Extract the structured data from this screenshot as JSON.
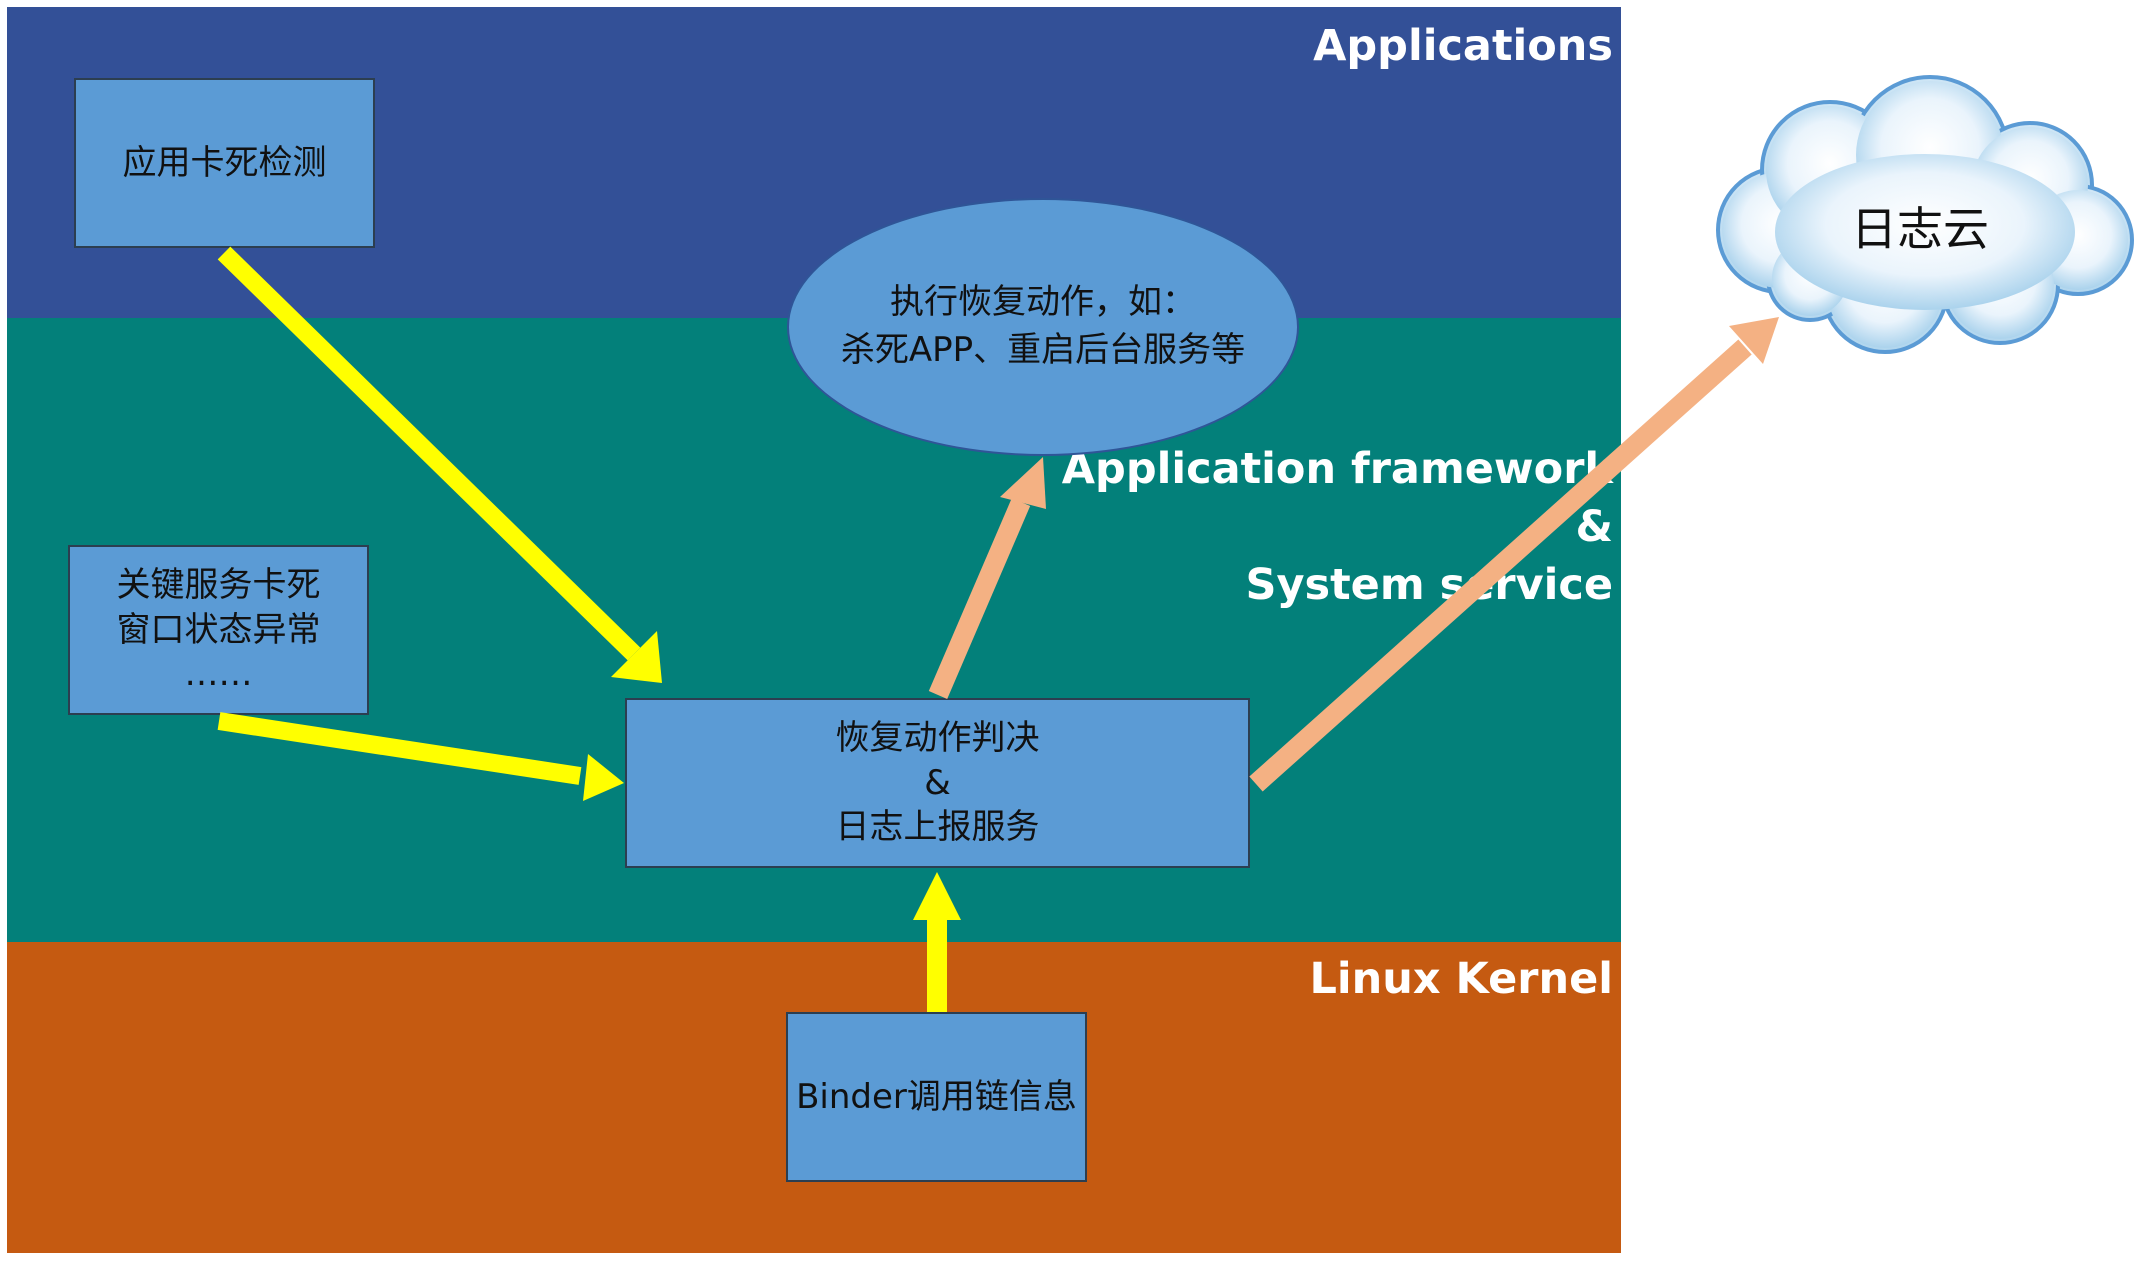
{
  "layers": {
    "applications": {
      "title": "Applications",
      "color": "#335097"
    },
    "framework": {
      "title": "Application framework\n&\nSystem service",
      "color": "#03807a"
    },
    "kernel": {
      "title": "Linux Kernel",
      "color": "#c55a11"
    }
  },
  "nodes": {
    "app_freeze_detect": "应用卡死检测",
    "critical_service": "关键服务卡死\n窗口状态异常\n……",
    "recovery_action": "执行恢复动作，如：\n杀死APP、重启后台服务等",
    "decision_service": "恢复动作判决\n&\n日志上报服务",
    "binder_info": "Binder调用链信息",
    "log_cloud": "日志云"
  },
  "colors": {
    "node_fill": "#5b9bd5",
    "arrow_input": "#ffff00",
    "arrow_output": "#f4b183"
  }
}
